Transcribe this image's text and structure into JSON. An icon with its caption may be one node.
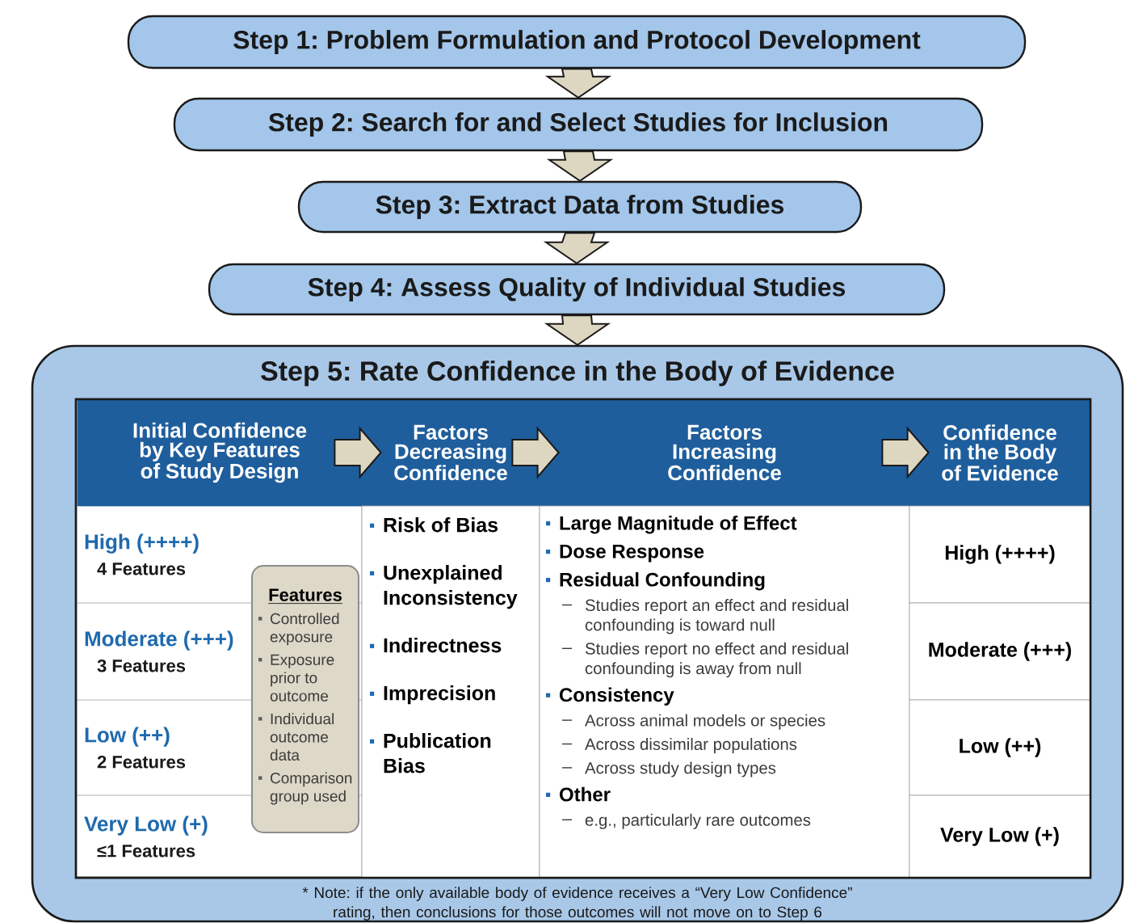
{
  "diagram": {
    "nodes": [
      {
        "text": [
          "Step 1: Problem Formulation and Protocol Development"
        ]
      },
      {
        "text": [
          "Step 2: Search for and Select Studies for Inclusion"
        ]
      },
      {
        "text": [
          "Step 3: Extract Data from Studies"
        ]
      },
      {
        "text": [
          "Step 4: Assess Quality of Individual Studies"
        ]
      },
      {
        "text": [
          "Step 5: Rate Confidence in the Body of Evidence",
          "* Note: if the only available body of evidence receives a “Very Low Confidence” rating, then conclusions for those outcomes will not move on to Step 6"
        ]
      },
      {
        "text": [
          "Initial Confidence by Key Features of Study Design"
        ],
        "in": 4
      },
      {
        "text": [
          "Factors Decreasing Confidence"
        ],
        "in": 4
      },
      {
        "text": [
          "Factors Increasing Confidence"
        ],
        "in": 4
      },
      {
        "text": [
          "Confidence in the Body of Evidence"
        ],
        "in": 4
      },
      {
        "text": [
          "High (++++)",
          "4 Features"
        ],
        "in": 4
      },
      {
        "text": [
          "Moderate (+++)",
          "3 Features"
        ],
        "in": 4
      },
      {
        "text": [
          "Low (++)",
          "2 Features"
        ],
        "in": 4
      },
      {
        "text": [
          "Very Low (+)",
          "≤1 Features"
        ],
        "in": 4
      },
      {
        "text": [
          "Features",
          "Controlled exposure",
          "Exposure prior to outcome",
          "Individual outcome data",
          "Comparison group used"
        ],
        "in": 4
      },
      {
        "text": [
          "Risk of Bias",
          "Unexplained Inconsistency",
          "Indirectness",
          "Imprecision",
          "Publication Bias"
        ],
        "in": 4
      },
      {
        "text": [
          "Large Magnitude of Effect",
          "Dose Response",
          "Residual Confounding",
          "Studies report an effect and residual confounding is toward null",
          "Studies report no effect and residual confounding is away from null",
          "Consistency",
          "Across animal models or species",
          "Across dissimilar populations",
          "Across study design types",
          "Other",
          "e.g., particularly rare outcomes"
        ],
        "in": 4
      },
      {
        "text": [
          "High (++++)"
        ],
        "in": 4
      },
      {
        "text": [
          "Moderate (+++)"
        ],
        "in": 4
      },
      {
        "text": [
          "Low (++)"
        ],
        "in": 4
      },
      {
        "text": [
          "Very Low (+)"
        ],
        "in": 4
      }
    ],
    "edges": [
      {
        "from": 0,
        "to": 1,
        "arrow": "to"
      },
      {
        "from": 1,
        "to": 2,
        "arrow": "to"
      },
      {
        "from": 2,
        "to": 3,
        "arrow": "to"
      },
      {
        "from": 3,
        "to": 4,
        "arrow": "to"
      },
      {
        "from": 5,
        "to": 6,
        "arrow": "to"
      },
      {
        "from": 6,
        "to": 7,
        "arrow": "to"
      },
      {
        "from": 7,
        "to": 8,
        "arrow": "to"
      }
    ]
  }
}
